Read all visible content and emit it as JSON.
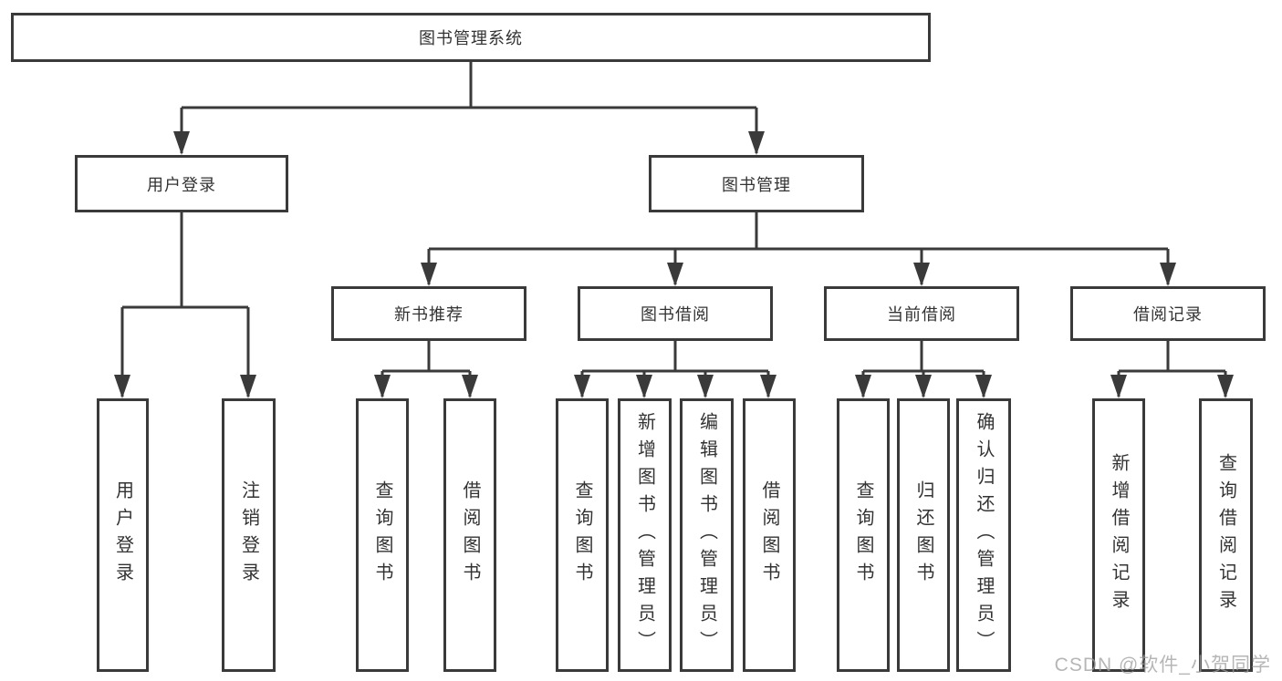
{
  "tree": {
    "root": {
      "label": "图书管理系统"
    },
    "children": [
      {
        "label": "用户登录",
        "children": [
          {
            "label": "用户登录"
          },
          {
            "label": "注销登录"
          }
        ]
      },
      {
        "label": "图书管理",
        "children": [
          {
            "label": "新书推荐",
            "children": [
              {
                "label": "查询图书"
              },
              {
                "label": "借阅图书"
              }
            ]
          },
          {
            "label": "图书借阅",
            "children": [
              {
                "label": "查询图书"
              },
              {
                "label": "新增图书（管理员）"
              },
              {
                "label": "编辑图书（管理员）"
              },
              {
                "label": "借阅图书"
              }
            ]
          },
          {
            "label": "当前借阅",
            "children": [
              {
                "label": "查询图书"
              },
              {
                "label": "归还图书"
              },
              {
                "label": "确认归还（管理员）"
              }
            ]
          },
          {
            "label": "借阅记录",
            "children": [
              {
                "label": "新增借阅记录"
              },
              {
                "label": "查询借阅记录"
              }
            ]
          }
        ]
      }
    ]
  },
  "watermark": {
    "text": "CSDN @软件_小贺同学"
  },
  "colors": {
    "line": "#3a3a3a",
    "text": "#333333",
    "background": "#ffffff",
    "watermark": "#9e9e9e"
  }
}
